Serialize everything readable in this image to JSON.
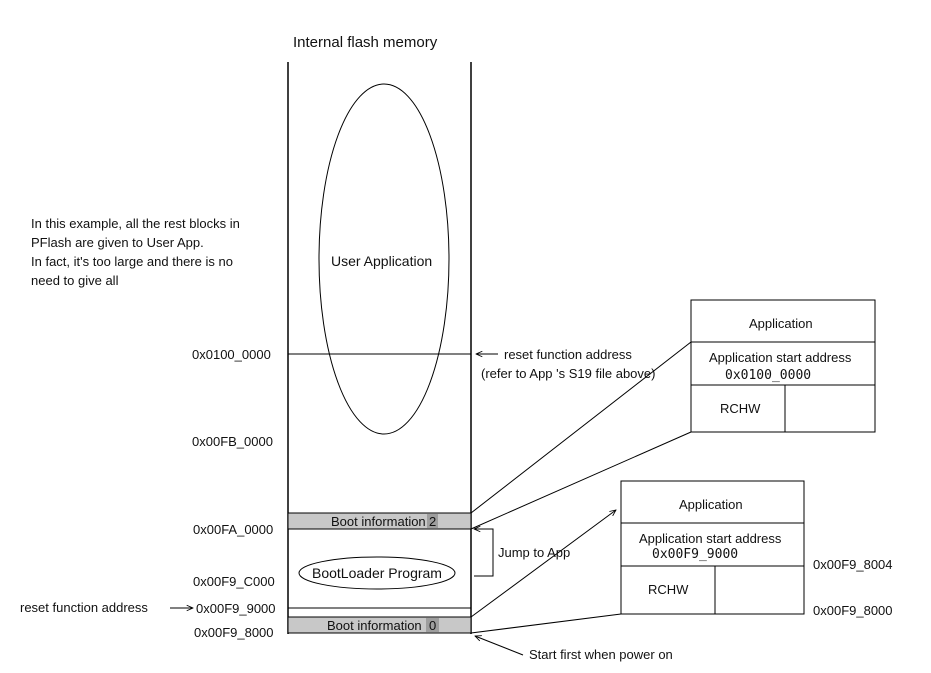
{
  "title": "Internal flash memory",
  "user_app_label": "User Application",
  "bootloader_label": "BootLoader Program",
  "boot_info_2": "Boot information",
  "boot_info_2_num": "2",
  "boot_info_0": "Boot information",
  "boot_info_0_num": "0",
  "note": [
    "In this example, all the rest blocks in",
    "PFlash are given to User App.",
    "In fact, it's too large and there is no",
    "need to give all"
  ],
  "addresses": {
    "a01000000": "0x0100_0000",
    "a00FB0000": "0x00FB_0000",
    "a00FA0000": "0x00FA_0000",
    "a00F9C000": "0x00F9_C000",
    "a00F99000": "0x00F9_9000",
    "a00F98000": "0x00F9_8000",
    "a00F98004": "0x00F9_8004",
    "a00F98000_right": "0x00F9_8000"
  },
  "reset_func_left": "reset function address",
  "reset_func_right": "reset function address",
  "refer_note": "(refer to App 's S19 file above)",
  "jump_label": "Jump to App",
  "start_first": "Start first when power on",
  "box_upper": {
    "title": "Application",
    "start_label": "Application start address",
    "start_value": "0x0100_0000",
    "rchw": "RCHW"
  },
  "box_lower": {
    "title": "Application",
    "start_label": "Application start address",
    "start_value": "0x00F9_9000",
    "rchw": "RCHW"
  }
}
